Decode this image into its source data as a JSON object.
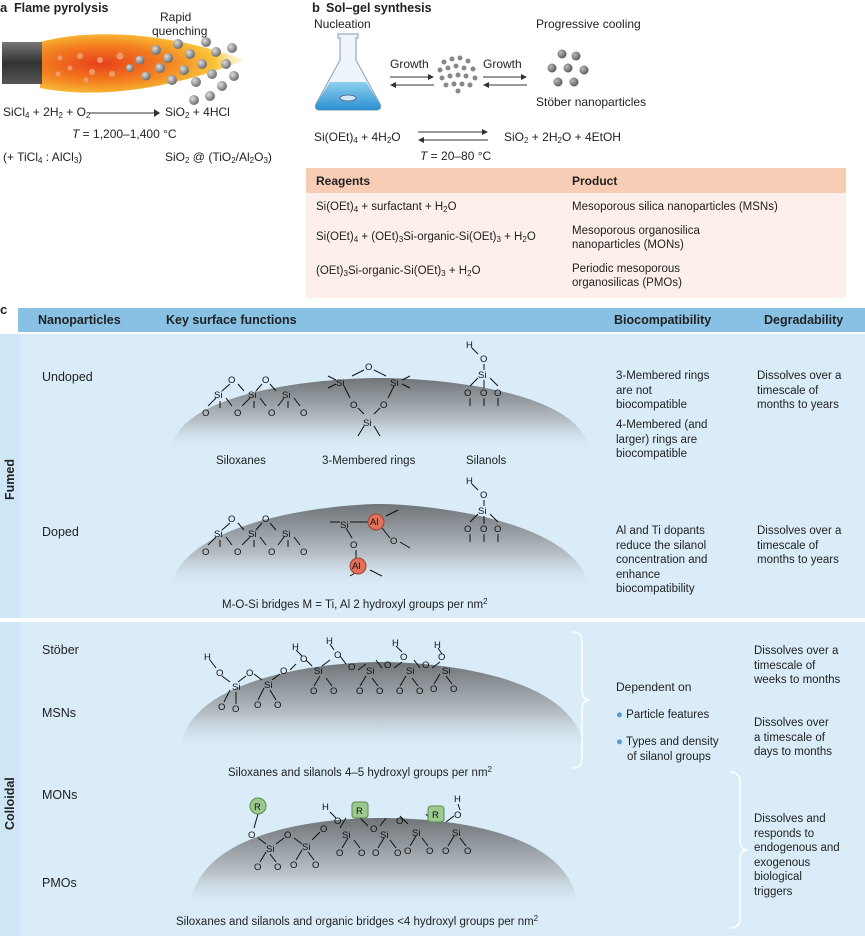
{
  "panel_a": {
    "letter": "a",
    "title": "Flame pyrolysis",
    "label_quench_1": "Rapid",
    "label_quench_2": "quenching",
    "eq_left": "SiCl",
    "eq_sub4": "4",
    "eq_plus2h": " + 2H",
    "eq_sub2a": "2",
    "eq_plus_o": " + O",
    "eq_sub2b": "2",
    "eq_right": "SiO",
    "eq_right_sub": "2",
    "eq_right_tail": " + 4HCl",
    "temp_T": "T",
    "temp_range": " = 1,200–1,400 °C",
    "doping_left": "(+ TiCl",
    "doping_left_sub": "4",
    "doping_left_tail": " : AlCl",
    "doping_left_sub2": "3",
    "doping_left_end": ")",
    "doping_right": "SiO",
    "doping_right_sub": "2",
    "doping_right_mid": " @ (TiO",
    "doping_right_sub2": "2",
    "doping_right_mid2": "/Al",
    "doping_right_sub3": "2",
    "doping_right_mid3": "O",
    "doping_right_sub4": "3",
    "doping_right_end": ")"
  },
  "panel_b": {
    "letter": "b",
    "title": "Sol–gel synthesis",
    "nucleation": "Nucleation",
    "progressive": "Progressive cooling",
    "growth1": "Growth",
    "growth2": "Growth",
    "stober": "Stöber nanoparticles",
    "eq_left": "Si(OEt)",
    "eq_left_sub": "4",
    "eq_left_tail": " + 4H",
    "eq_left_sub2": "2",
    "eq_left_end": "O",
    "eq_right": "SiO",
    "eq_right_sub": "2",
    "eq_right_mid": " + 2H",
    "eq_right_sub2": "2",
    "eq_right_end": "O + 4EtOH",
    "temp_T": "T",
    "temp_range": " = 20–80 °C"
  },
  "reagents_table": {
    "header_reagents": "Reagents",
    "header_product": "Product",
    "rows": [
      {
        "reagent_a": "Si(OEt)",
        "sub_a": "4",
        "reagent_b": " + surfactant + H",
        "sub_b": "2",
        "reagent_c": "O",
        "product": "Mesoporous silica nanoparticles (MSNs)",
        "product2": ""
      },
      {
        "reagent_a": "Si(OEt)",
        "sub_a": "4",
        "reagent_b": " + (OEt)",
        "sub_b": "3",
        "reagent_c": "Si-organic-Si(OEt)",
        "sub_c": "3",
        "reagent_d": " + H",
        "sub_d": "2",
        "reagent_e": "O",
        "product": "Mesoporous organosilica",
        "product2": "nanoparticles (MONs)"
      },
      {
        "reagent_a": "(OEt)",
        "sub_a": "3",
        "reagent_b": "Si-organic-Si(OEt)",
        "sub_b": "3",
        "reagent_c": " + H",
        "sub_c": "2",
        "reagent_d": "O",
        "product": "Periodic mesoporous",
        "product2": "organosilicas (PMOs)"
      }
    ]
  },
  "panel_c": {
    "letter": "c",
    "headers": {
      "nanoparticles": "Nanoparticles",
      "functions": "Key surface functions",
      "biocompat": "Biocompatibility",
      "degrad": "Degradability"
    },
    "fumed": {
      "section_label": "Fumed",
      "undoped": "Undoped",
      "doped": "Doped",
      "cap_siloxanes": "Siloxanes",
      "cap_rings": "3-Membered rings",
      "cap_silanols": "Silanols",
      "bio_1_l1": "3-Membered rings",
      "bio_1_l2": "are not",
      "bio_1_l3": "biocompatible",
      "bio_2_l1": "4-Membered (and",
      "bio_2_l2": "larger) rings are",
      "bio_2_l3": "biocompatible",
      "deg_1_l1": "Dissolves over a",
      "deg_1_l2": "timescale of",
      "deg_1_l3": "months to years",
      "bio_3_l1": "Al and Ti dopants",
      "bio_3_l2": "reduce the silanol",
      "bio_3_l3": "concentration and",
      "bio_3_l4": "enhance",
      "bio_3_l5": "biocompatibility",
      "deg_2_l1": "Dissolves over a",
      "deg_2_l2": "timescale of",
      "deg_2_l3": "months to years",
      "doped_caption": "M-O-Si bridges M = Ti, Al 2 hydroxyl groups per nm",
      "doped_caption_sup": "2"
    },
    "colloidal": {
      "section_label": "Colloidal",
      "stober": "Stöber",
      "msns": "MSNs",
      "mons": "MONs",
      "pmos": "PMOs",
      "cap_1": "Siloxanes and silanols 4–5 hydroxyl groups per nm",
      "cap_1_sup": "2",
      "cap_2": "Siloxanes and silanols and organic bridges <4 hydroxyl groups per nm",
      "cap_2_sup": "2",
      "dependent": "Dependent on",
      "bullet_1": "Particle features",
      "bullet_2_l1": "Types and density",
      "bullet_2_l2": "of silanol groups",
      "deg_1_l1": "Dissolves over a",
      "deg_1_l2": "timescale of",
      "deg_1_l3": "weeks to months",
      "deg_2_l1": "Dissolves over",
      "deg_2_l2": "a timescale of",
      "deg_2_l3": "days to months",
      "deg_3_l1": "Dissolves and",
      "deg_3_l2": "responds to",
      "deg_3_l3": "endogenous and",
      "deg_3_l4": "exogenous",
      "deg_3_l5": "biological",
      "deg_3_l6": "triggers"
    },
    "atoms": {
      "si": "Si",
      "o": "O",
      "h": "H",
      "al": "Al",
      "r": "R"
    }
  },
  "colors": {
    "header_blue": "#88c1e4",
    "section_blue": "#daecf8",
    "table_header": "#f7cdb6",
    "table_body": "#fdf0ea",
    "al_red": "#e0705a",
    "r_green": "#9cc98e"
  }
}
